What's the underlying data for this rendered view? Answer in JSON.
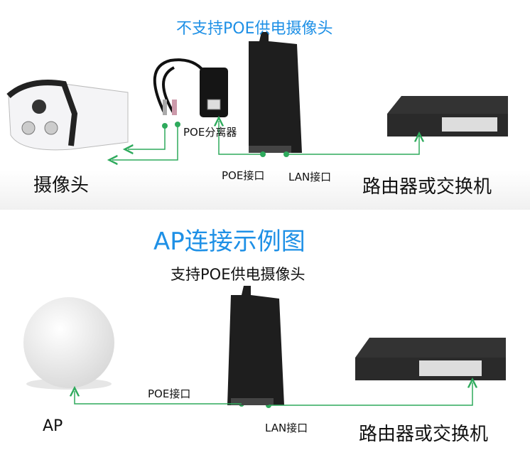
{
  "colors": {
    "accent": "#1e90e6",
    "line": "#2eaa5c",
    "device": "#1c1c1c"
  },
  "top": {
    "title": "不支持POE供电摄像头",
    "splitter_label": "POE分离器",
    "poe_port_label": "POE接口",
    "lan_port_label": "LAN接口",
    "camera_label": "摄像头",
    "switch_label": "路由器或交换机"
  },
  "bottom": {
    "title": "AP连接示例图",
    "subtitle": "支持POE供电摄像头",
    "poe_port_label": "POE接口",
    "ap_label": "AP",
    "lan_port_label": "LAN接口",
    "switch_label": "路由器或交换机"
  }
}
